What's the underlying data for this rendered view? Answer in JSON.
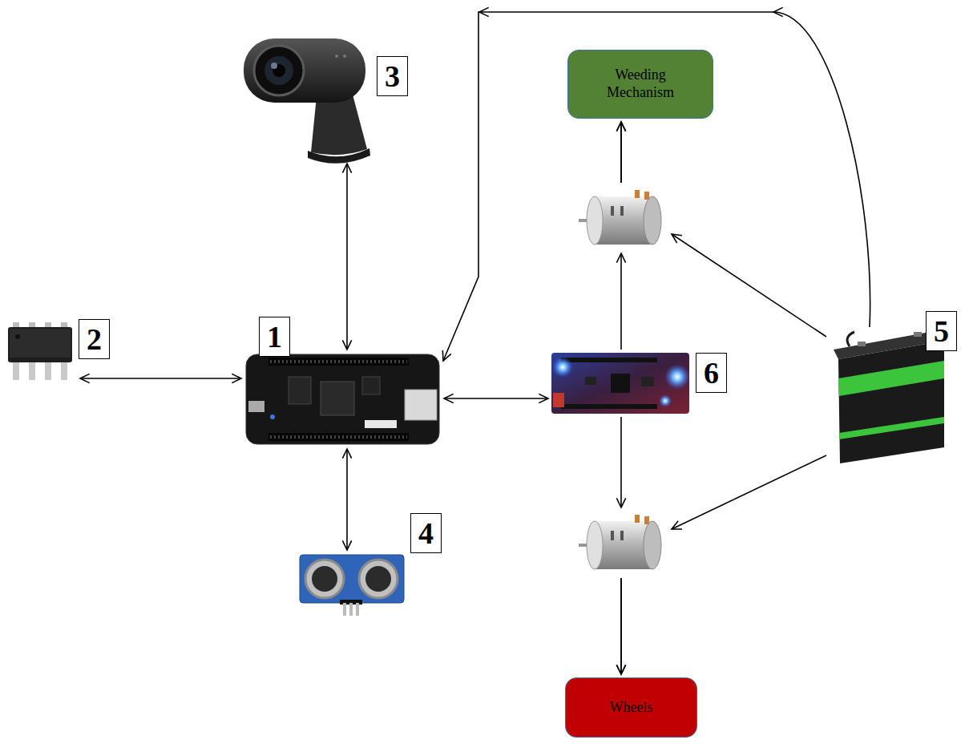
{
  "diagram": {
    "nodes": [
      {
        "text": [
          "3"
        ]
      },
      {
        "text": [
          "Weeding Mechanism"
        ]
      },
      {
        "text": [
          "2"
        ]
      },
      {
        "text": [
          "1"
        ]
      },
      {
        "text": [
          "6"
        ]
      },
      {
        "text": [
          "5"
        ]
      },
      {
        "text": [
          "4"
        ]
      },
      {
        "text": [
          "Wheels"
        ]
      }
    ],
    "edges": [
      {
        "from": 2,
        "to": 3,
        "arrow": "both"
      },
      {
        "from": 0,
        "to": 3,
        "arrow": "both"
      },
      {
        "from": 3,
        "to": 6,
        "arrow": "both"
      },
      {
        "from": 3,
        "to": 4,
        "arrow": "both"
      },
      {
        "from": 4,
        "to": 1,
        "arrow": "to"
      },
      {
        "from": 4,
        "to": 7,
        "arrow": "to"
      },
      {
        "from": 5,
        "to": 1,
        "arrow": "to"
      },
      {
        "from": 5,
        "to": 7,
        "arrow": "to"
      },
      {
        "from": 5,
        "to": 3,
        "arrow": "to"
      }
    ]
  }
}
